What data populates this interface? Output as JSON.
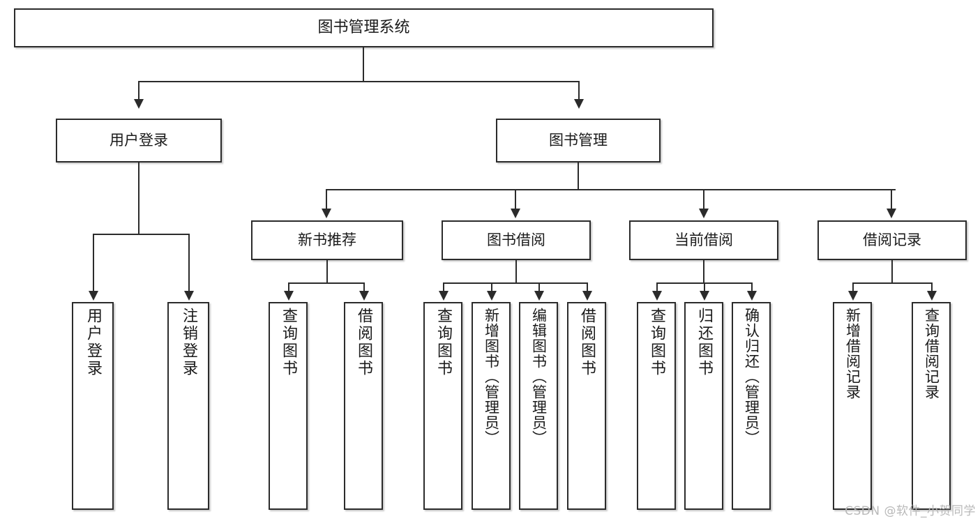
{
  "diagram": {
    "title": "图书管理系统",
    "type": "tree",
    "root": {
      "id": "root",
      "label": "图书管理系统"
    },
    "level2": [
      {
        "id": "user-login",
        "label": "用户登录"
      },
      {
        "id": "book-manage",
        "label": "图书管理"
      }
    ],
    "level3": [
      {
        "id": "new-book-recommend",
        "label": "新书推荐"
      },
      {
        "id": "book-borrow",
        "label": "图书借阅"
      },
      {
        "id": "current-borrow",
        "label": "当前借阅"
      },
      {
        "id": "borrow-record",
        "label": "借阅记录"
      }
    ],
    "leaves": {
      "user_login": [
        {
          "id": "leaf-user-login",
          "label": "用户登录"
        },
        {
          "id": "leaf-logout-login",
          "label": "注销登录"
        }
      ],
      "new_book_recommend": [
        {
          "id": "leaf-query-book-1",
          "label": "查询图书"
        },
        {
          "id": "leaf-borrow-book-1",
          "label": "借阅图书"
        }
      ],
      "book_borrow": [
        {
          "id": "leaf-query-book-2",
          "label": "查询图书"
        },
        {
          "id": "leaf-add-book",
          "label": "新增图书（管理员）"
        },
        {
          "id": "leaf-edit-book",
          "label": "编辑图书（管理员）"
        },
        {
          "id": "leaf-borrow-book-2",
          "label": "借阅图书"
        }
      ],
      "current_borrow": [
        {
          "id": "leaf-query-book-3",
          "label": "查询图书"
        },
        {
          "id": "leaf-return-book",
          "label": "归还图书"
        },
        {
          "id": "leaf-confirm-return",
          "label": "确认归还（管理员）"
        }
      ],
      "borrow_record": [
        {
          "id": "leaf-add-record",
          "label": "新增借阅记录"
        },
        {
          "id": "leaf-query-record",
          "label": "查询借阅记录"
        }
      ]
    }
  },
  "watermark": {
    "text": "CSDN @软件_小贺同学"
  },
  "colors": {
    "border": "#2b2b2b",
    "background": "#ffffff",
    "text": "#1a1a1a",
    "watermark": "#b9b9b9"
  }
}
